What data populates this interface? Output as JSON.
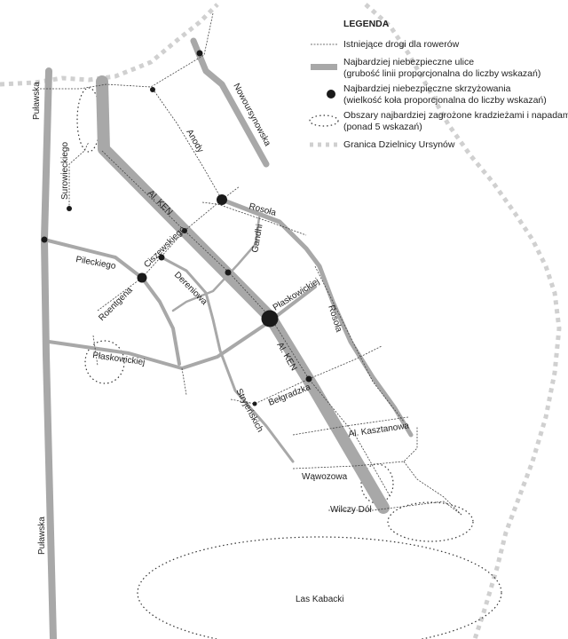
{
  "legend": {
    "title": "LEGENDA",
    "items": [
      {
        "icon": "bike-path-dashed-line",
        "line1": "Istniejące drogi dla rowerów"
      },
      {
        "icon": "dangerous-street-gray-bar",
        "line1": "Najbardziej niebezpieczne ulice",
        "line2": "(grubość linii proporcjonalna do liczby wskazań)"
      },
      {
        "icon": "dangerous-intersection-dot",
        "line1": "Najbardziej niebezpieczne skrzyżowania",
        "line2": "(wielkość koła proporcjonalna do liczby wskazań)"
      },
      {
        "icon": "theft-area-dotted-ellipse",
        "line1": "Obszary najbardziej zagrożone kradzieżami i napadami",
        "line2": "(ponad 5 wskazań)"
      },
      {
        "icon": "district-boundary-gray-squares",
        "line1": "Granica Dzielnicy Ursynów"
      }
    ]
  },
  "labels": {
    "pulawska_top": "Puławska",
    "pulawska_bottom": "Puławska",
    "surowieckiego": "Surowieckiego",
    "ken_top": "Al. KEN",
    "ken_bottom": "Al. KEN",
    "anody": "Anody",
    "nowoursynowska": "Nowoursynowska",
    "rosola_top": "Rosoła",
    "rosola_right": "Rosoła",
    "gandhi": "Gandhi",
    "ciszewskiego": "Ciszewskiego",
    "pileckiego": "Pileckiego",
    "roentgena": "Roentgena",
    "dereniowa": "Dereniowa",
    "plaskowickiej_right": "Płaskowickiej",
    "plaskowickiej_left": "Płaskowickiej",
    "belgradzka": "Bełgradzka",
    "stryjenskich": "Stryjeńskich",
    "kasztanowa": "Al. Kasztanowa",
    "wawozowa": "Wąwozowa",
    "wilczy_dol": "Wilczy Dół",
    "las_kabacki": "Las Kabacki"
  },
  "colors": {
    "road": "#a8a8a8",
    "boundary": "#d0d0d0",
    "intersection": "#1a1a1a"
  }
}
